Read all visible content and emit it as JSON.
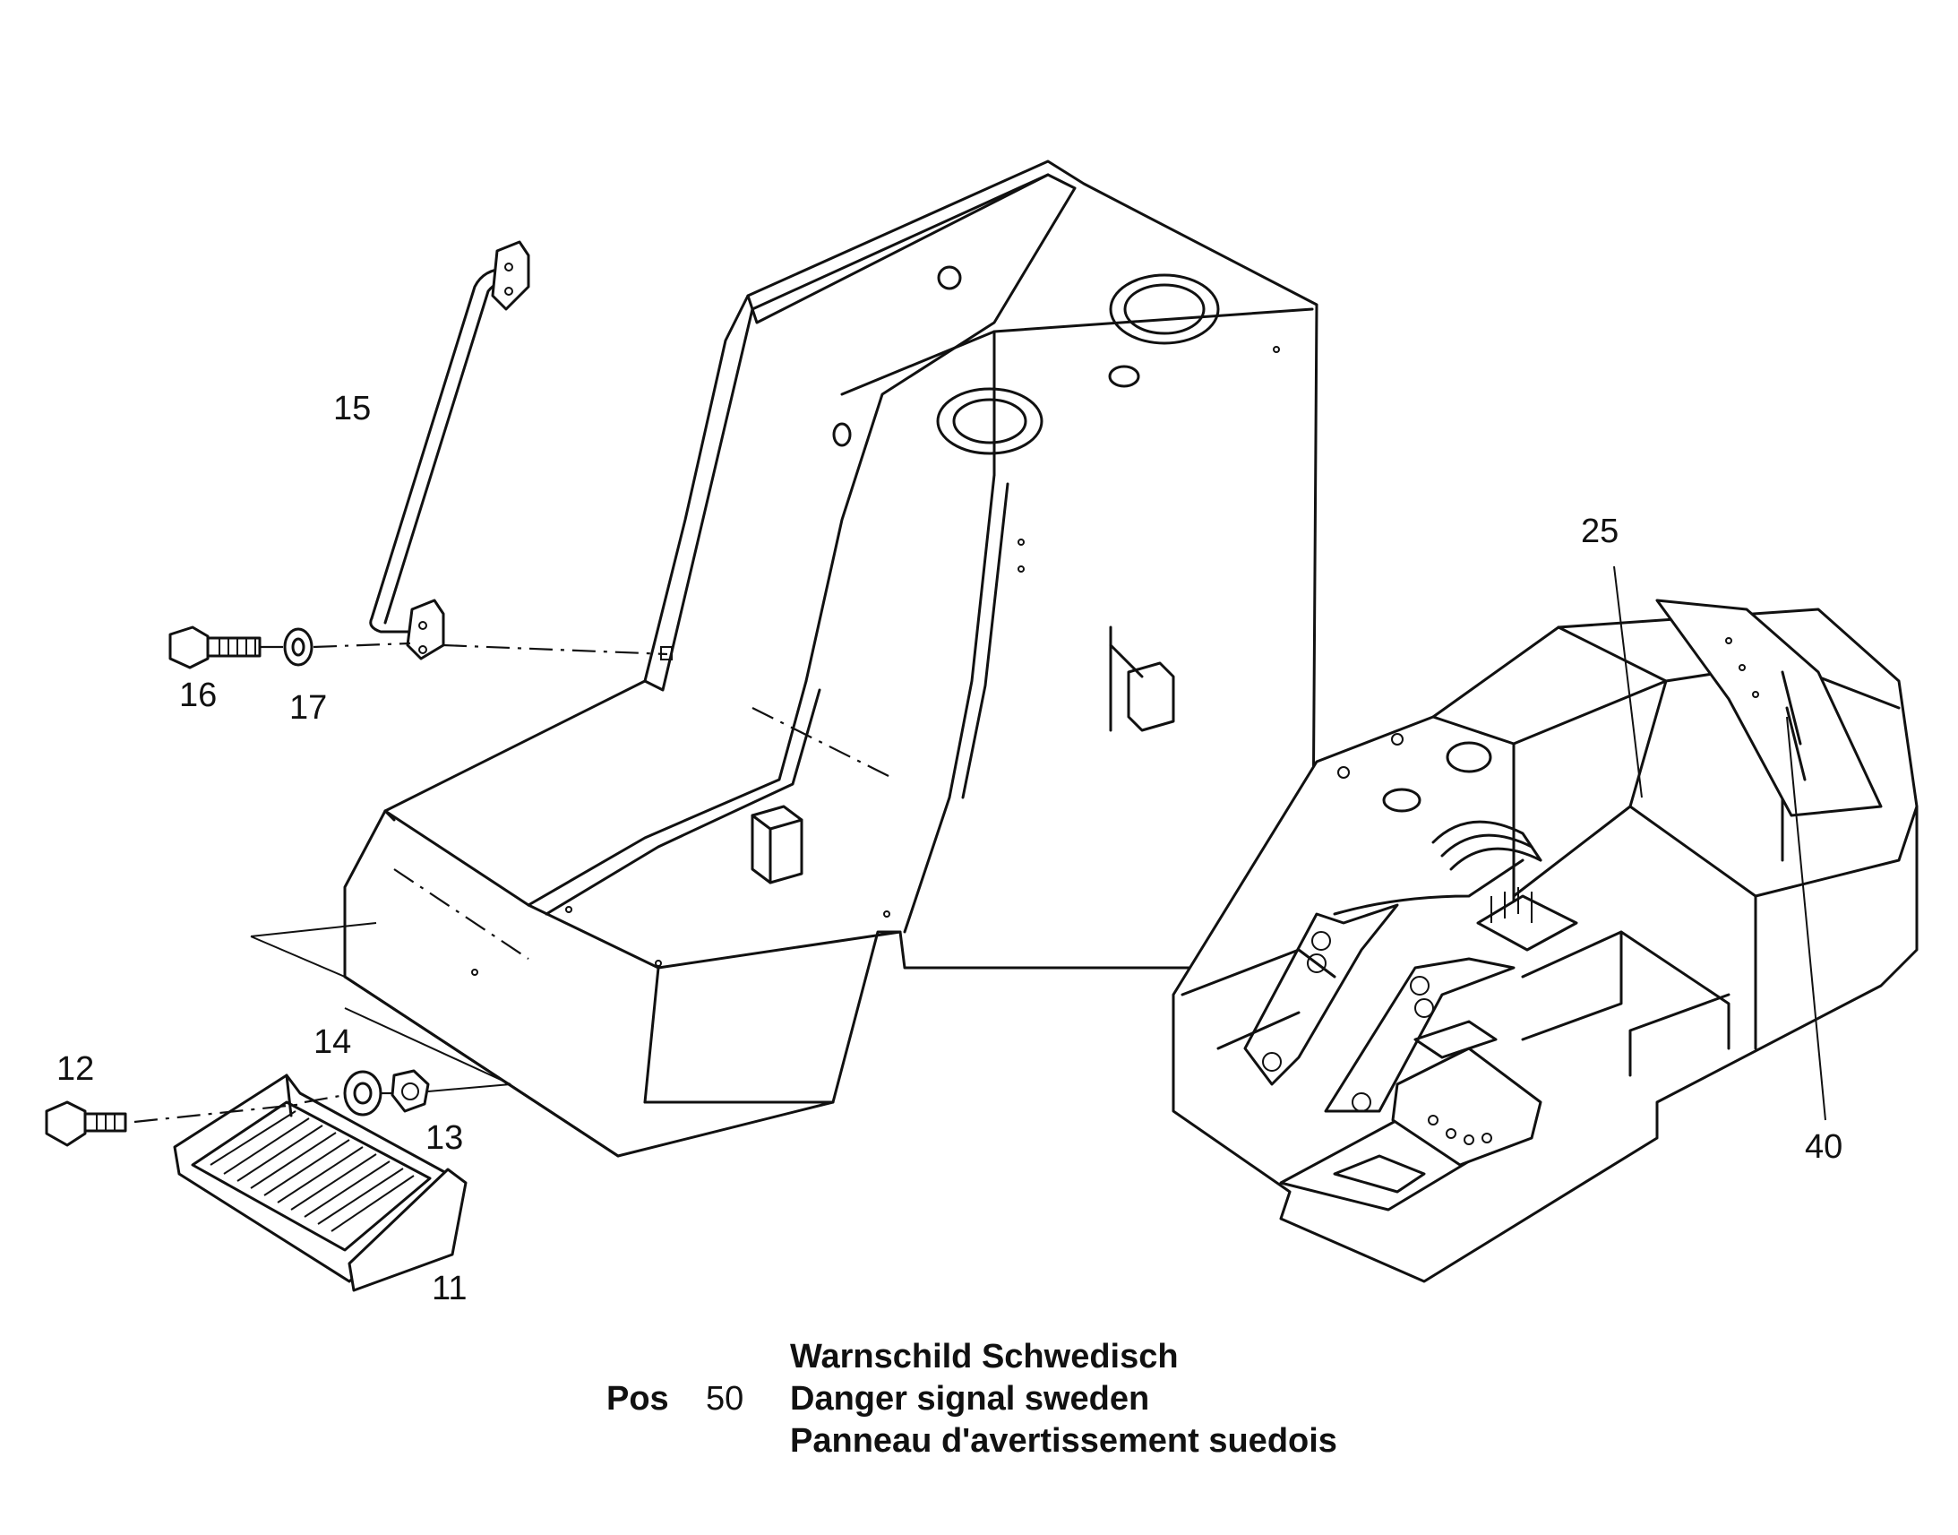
{
  "callouts": {
    "c11": "11",
    "c12": "12",
    "c13": "13",
    "c14": "14",
    "c15": "15",
    "c16": "16",
    "c17": "17",
    "c25": "25",
    "c40": "40"
  },
  "caption": {
    "pos_label": "Pos",
    "pos_number": "50",
    "line_de": "Warnschild Schwedisch",
    "line_en": "Danger signal sweden",
    "line_fr": "Panneau d'avertissement suedois"
  }
}
